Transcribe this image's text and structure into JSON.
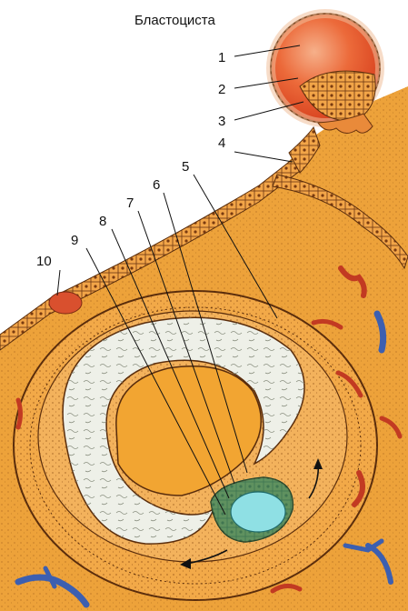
{
  "title": "Бластоциста",
  "callouts": [
    "1",
    "2",
    "3",
    "4",
    "5",
    "6",
    "7",
    "8",
    "9",
    "10"
  ],
  "colors": {
    "tissue": "#eda23a",
    "tissue_dark": "#d98a26",
    "cells": "#f0a84a",
    "blastocyst": "#e8552a",
    "cavity": "#f2a532",
    "white_mass": "#eef0e8",
    "amnion": "#7fd6d8",
    "vessel_red": "#c23a22",
    "vessel_blue": "#3c5fb0",
    "outline": "#5a2d0c"
  }
}
